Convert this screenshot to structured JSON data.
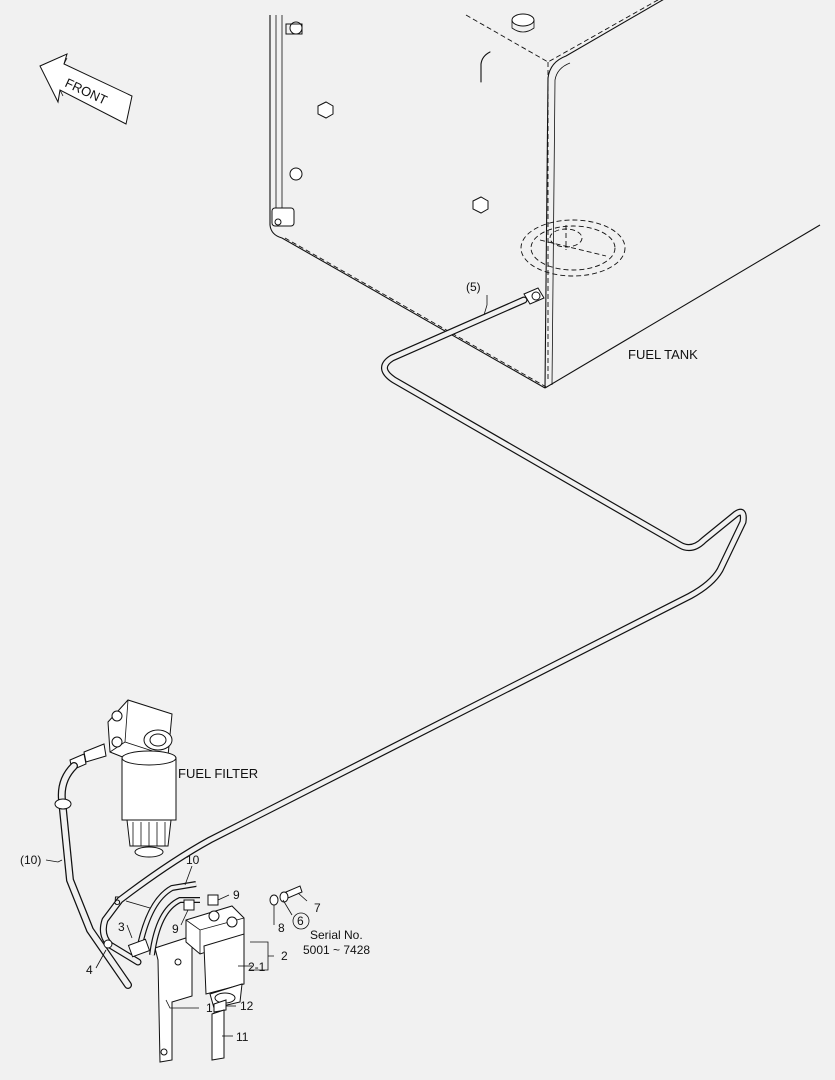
{
  "front_arrow": {
    "label": "FRONT"
  },
  "labels": {
    "fuel_tank": "FUEL TANK",
    "fuel_filter": "FUEL FILTER",
    "serial_line1": "Serial No.",
    "serial_line2": "5001 ~ 7428"
  },
  "callouts": {
    "p_5_paren": "(5)",
    "p_10_paren": "(10)",
    "p1": "1",
    "p2": "2",
    "p2_1": "2-1",
    "p3": "3",
    "p4": "4",
    "p5": "5",
    "p6": "6",
    "p7": "7",
    "p8": "8",
    "p9a": "9",
    "p9b": "9",
    "p10": "10",
    "p11": "11",
    "p12": "12"
  }
}
